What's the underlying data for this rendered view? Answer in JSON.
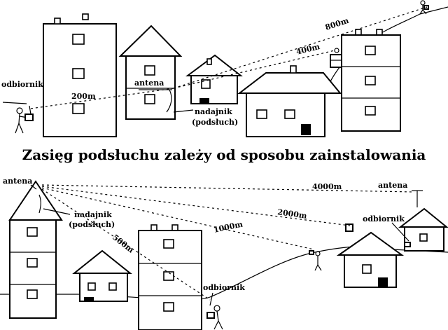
{
  "title": "Zasięg podsłuchu zależy od sposobu zainstalowania",
  "top_scene": {
    "receiver_label": "odbiornik",
    "antenna_label": "antena",
    "transmitter_label_1": "nadajnik",
    "transmitter_label_2": "(podsłuch)",
    "distances": [
      "200m",
      "400m",
      "800m"
    ]
  },
  "bottom_scene": {
    "antenna_label_left": "antena",
    "transmitter_label_1": "nadajnik",
    "transmitter_label_2": "(podsłuch)",
    "receiver_label_center": "odbiornik",
    "receiver_label_right": "odbiornik",
    "antenna_label_right": "antena",
    "distances": [
      "500m",
      "1000m",
      "2000m",
      "4000m"
    ]
  }
}
